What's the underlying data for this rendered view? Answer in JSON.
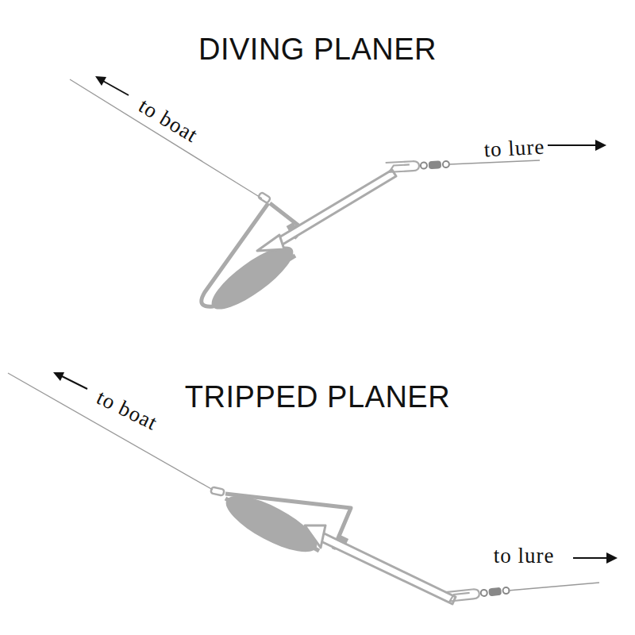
{
  "diagram": {
    "labels": [
      "DIVING PLANER",
      "to boat",
      "to lure",
      "TRIPPED PLANER",
      "to boat",
      "to lure"
    ]
  }
}
